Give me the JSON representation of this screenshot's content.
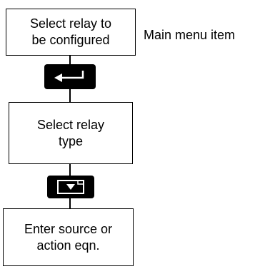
{
  "diagram": {
    "step1": {
      "line1": "Select relay to",
      "line2": "be configured"
    },
    "step1_note": "Main menu item",
    "step2": {
      "line1": "Select relay",
      "line2": "type"
    },
    "step3": {
      "line1": "Enter source or",
      "line2": "action eqn."
    },
    "keys": {
      "key1_icon": "enter-key-icon",
      "key2_icon": "page-down-key-icon"
    }
  }
}
